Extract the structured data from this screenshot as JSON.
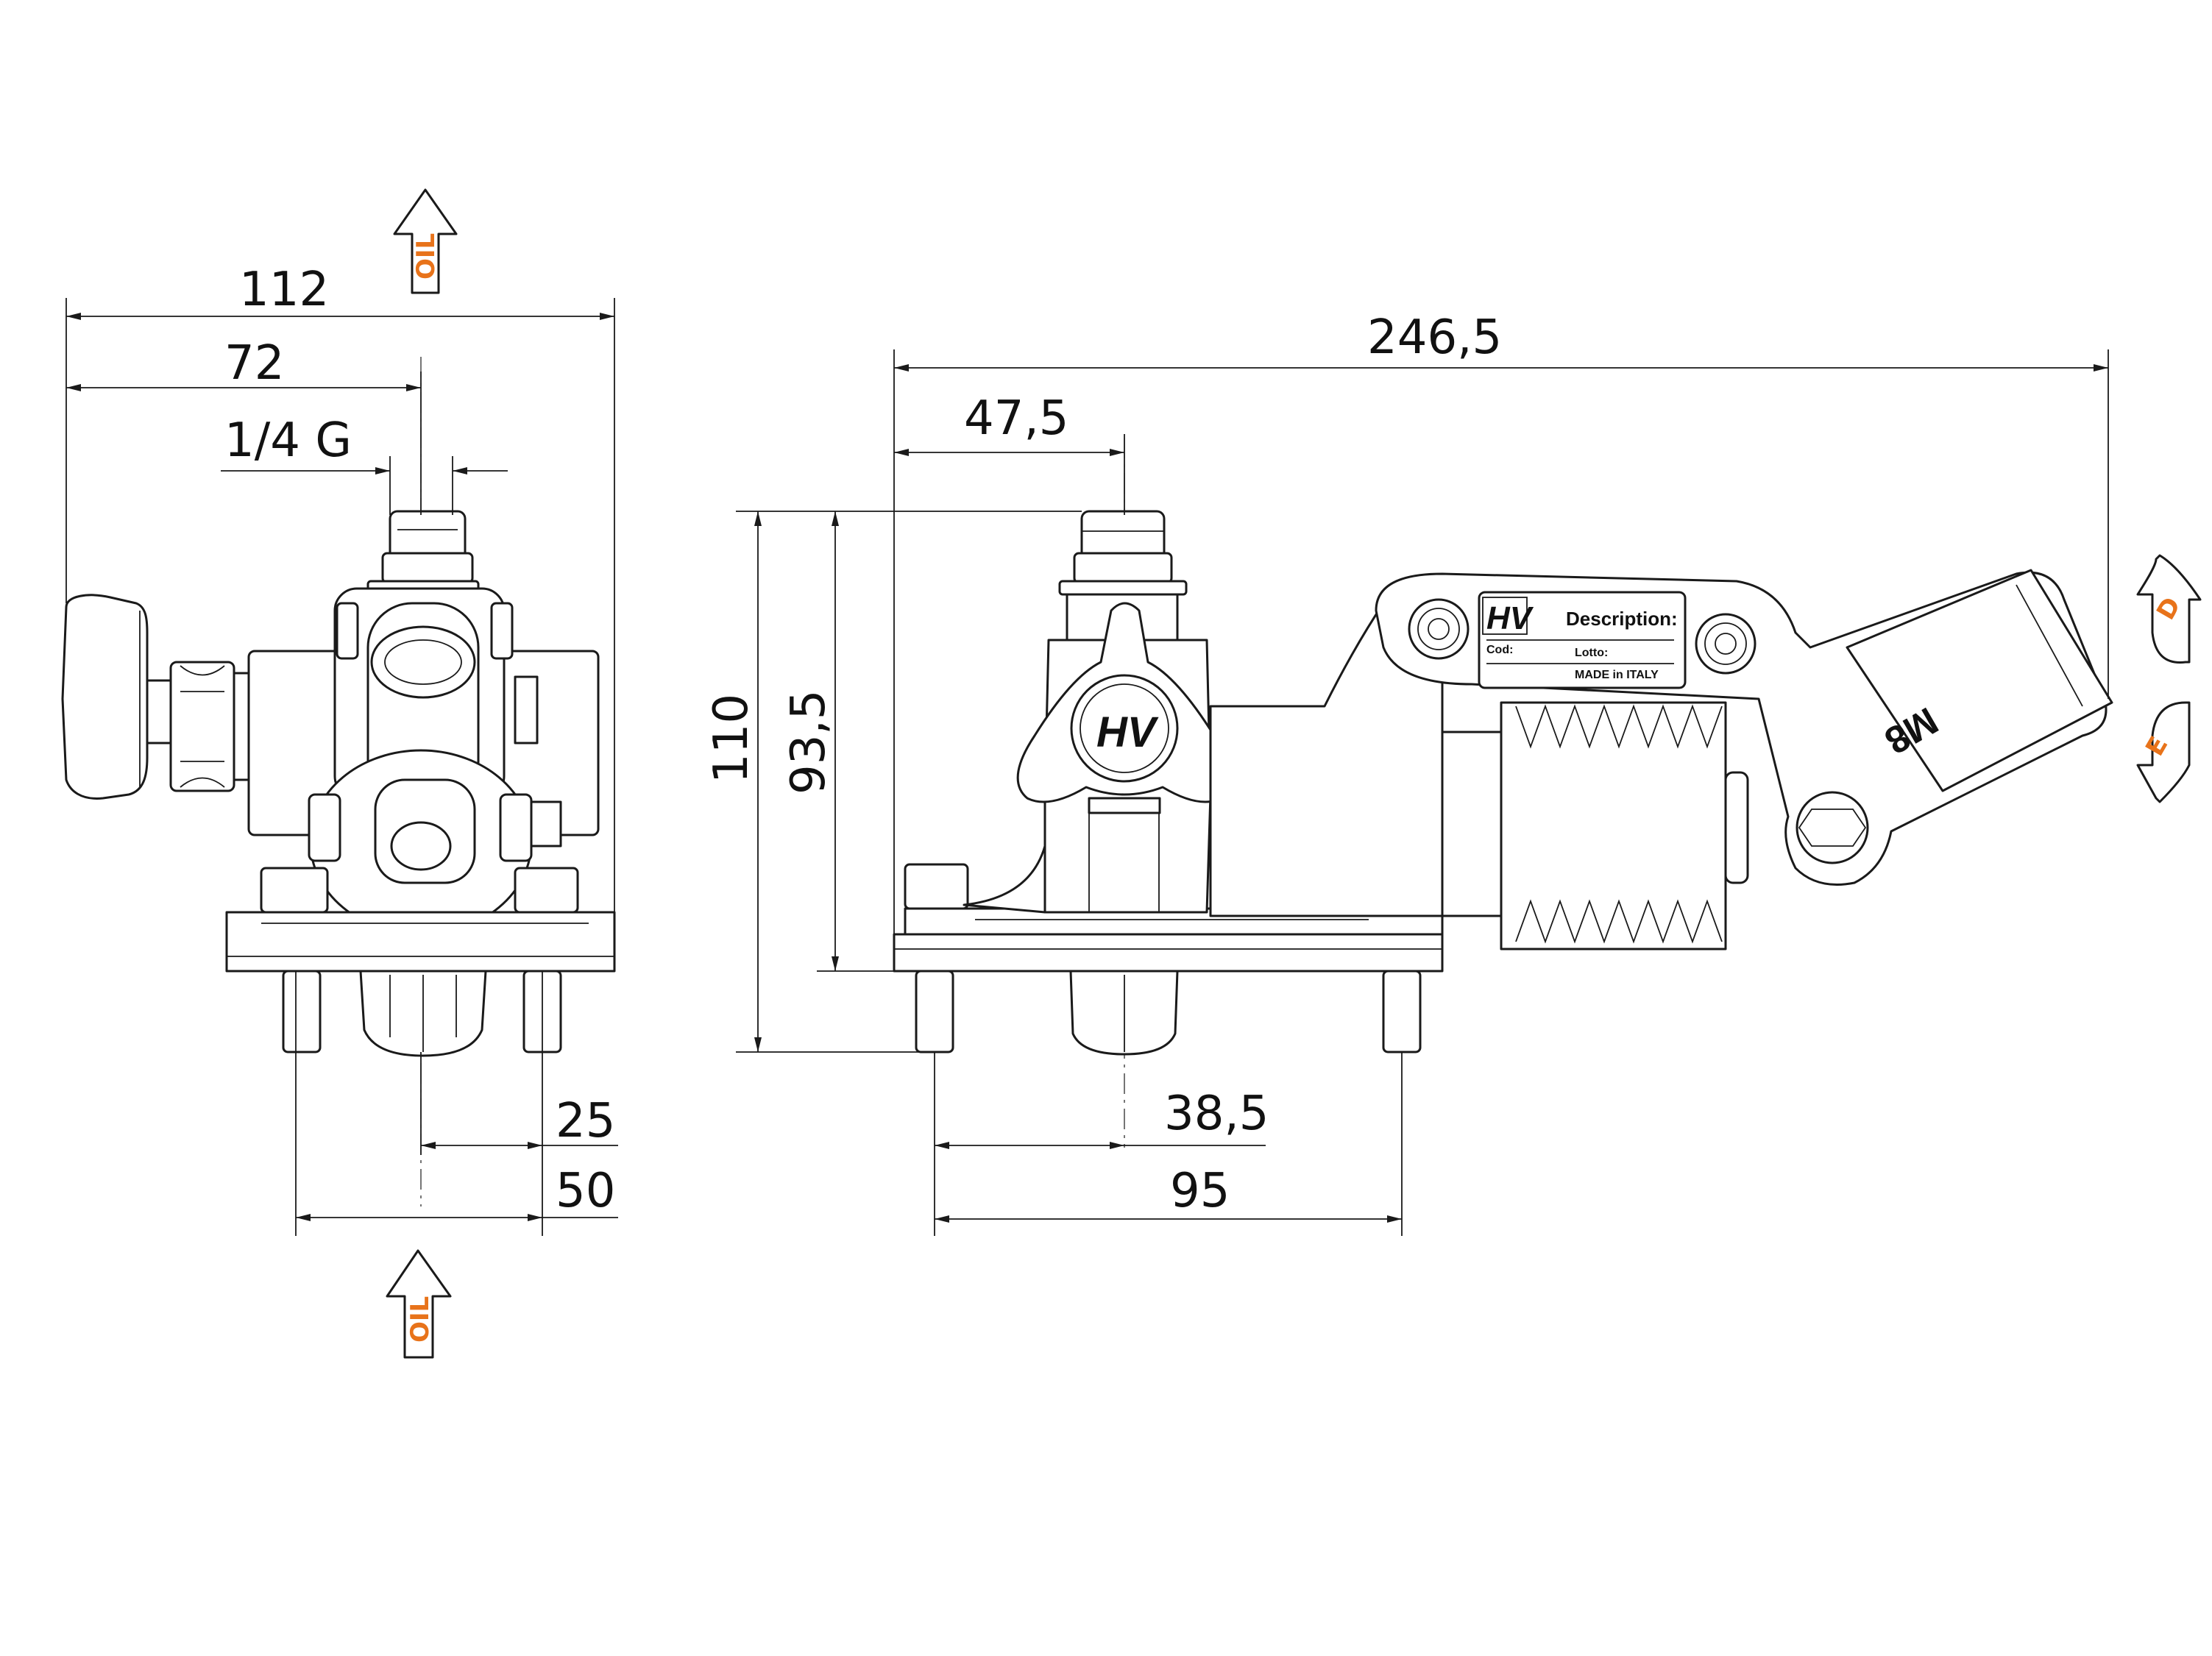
{
  "drawing": {
    "front_view": {
      "dims": {
        "overall_width": "112",
        "center_offset": "72",
        "port": "1/4 G",
        "bolt_half": "25",
        "bolt_spacing": "50"
      },
      "oil_label": "OIL"
    },
    "side_view": {
      "dims": {
        "overall_length": "246,5",
        "inlet_offset": "47,5",
        "height_total": "110",
        "height_base": "93,5",
        "bolt_offset": "38,5",
        "bolt_spacing": "95"
      },
      "plate": {
        "logo": "HV",
        "description_label": "Description:",
        "cod_label": "Cod:",
        "lotto_label": "Lotto:",
        "origin": "MADE in ITALY"
      },
      "thread_label": "M8",
      "knob_logo": "HV",
      "direction_up_label": "D",
      "direction_down_label": "E"
    },
    "colors": {
      "accent": "#e8731a",
      "line": "#1a1a1a"
    }
  }
}
